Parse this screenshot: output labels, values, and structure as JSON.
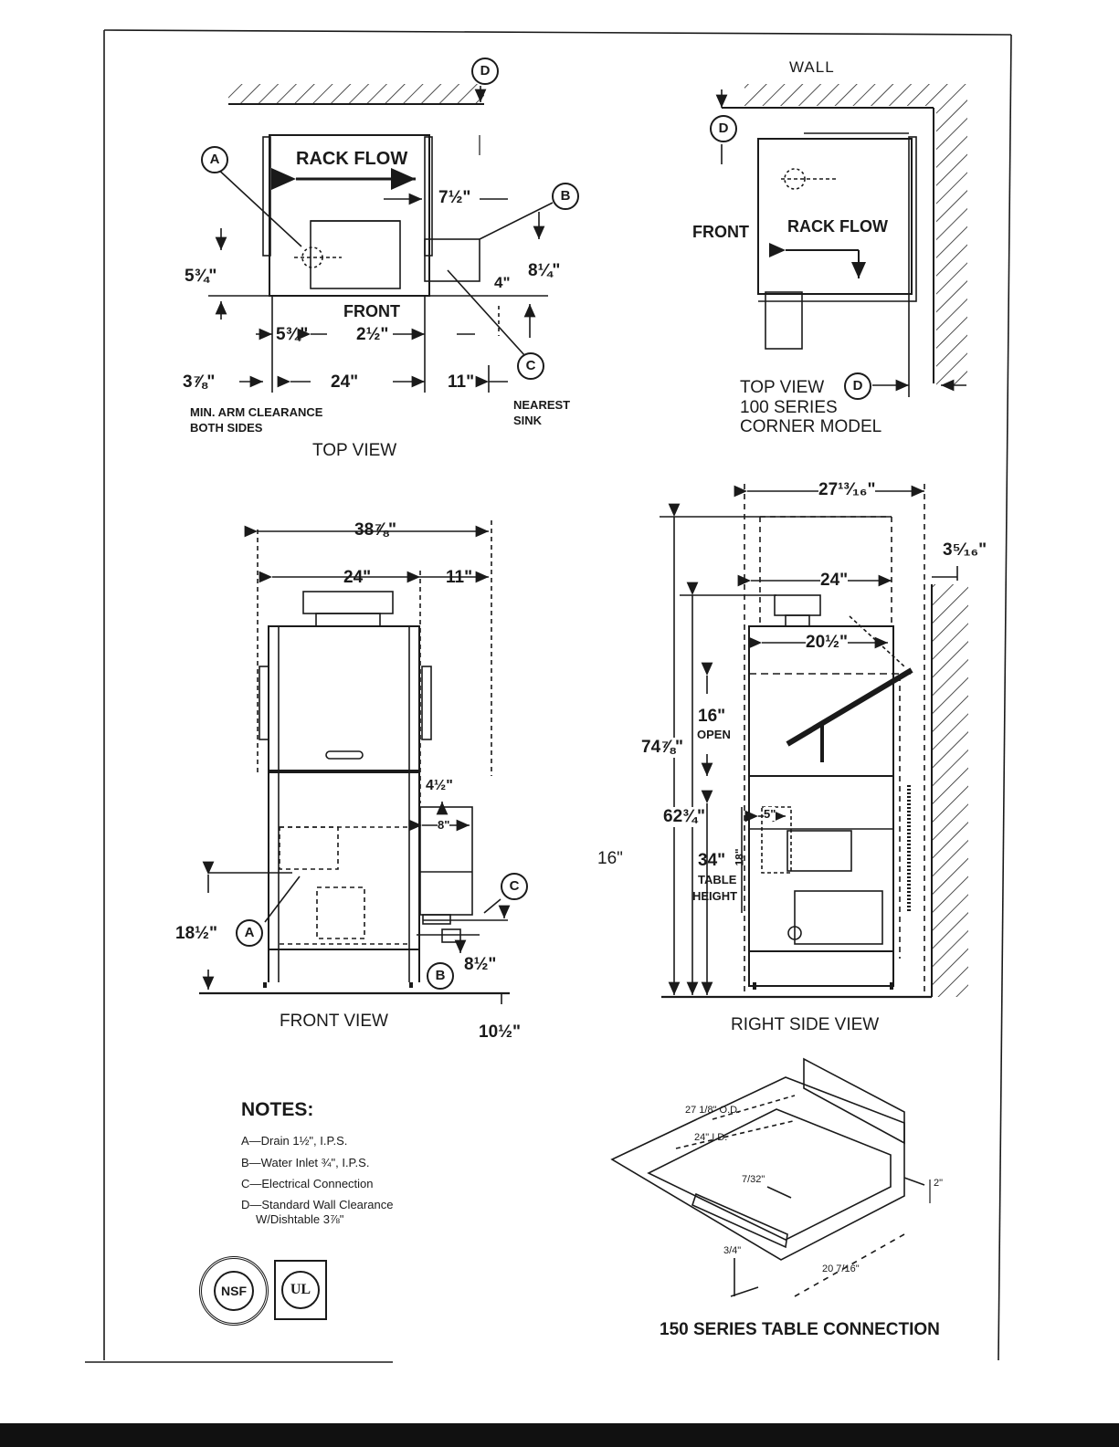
{
  "top_view": {
    "rack_flow": "RACK FLOW",
    "front": "FRONT",
    "dims": {
      "d1": "7½\"",
      "d2": "8¼\"",
      "d3": "5¾\"",
      "d4": "4\"",
      "d5": "5¾\"",
      "d6": "2½\"",
      "d7": "3⅞\"",
      "d8": "24\"",
      "d9": "11\""
    },
    "min_arm": "MIN. ARM CLEARANCE",
    "both_sides": "BOTH SIDES",
    "nearest": "NEAREST",
    "sink": "SINK",
    "title": "TOP VIEW"
  },
  "corner_view": {
    "wall": "WALL",
    "front": "FRONT",
    "rack_flow": "RACK FLOW",
    "title_line1": "TOP VIEW",
    "title_line2": "100 SERIES",
    "title_line3": "CORNER MODEL"
  },
  "front_view": {
    "dims": {
      "w_total": "38⅞\"",
      "w_24": "24\"",
      "w_11": "11\"",
      "d_4half": "4½\"",
      "d_8": "8\"",
      "h_18half": "18½\"",
      "h_8half": "8½\"",
      "h_10half": "10½\""
    },
    "stray_16": "16\"",
    "title": "FRONT VIEW"
  },
  "side_view": {
    "dims": {
      "w_27": "27¹³⁄₁₆\"",
      "w_3": "3⁵⁄₁₆\"",
      "w_24": "24\"",
      "w_20half": "20½\"",
      "h_16": "16\"",
      "open": "OPEN",
      "h_74": "74⅞\"",
      "h_62": "62¾\"",
      "d_5": "5\"",
      "h_34": "34\"",
      "table": "TABLE",
      "height": "HEIGHT",
      "h_18": "18\""
    },
    "title": "RIGHT SIDE VIEW"
  },
  "table_conn": {
    "od": "27 1/8\" O.D.",
    "id": "24\" I.D.",
    "f732": "7/32\"",
    "f2": "2\"",
    "f34": "3/4\"",
    "f20": "20 7/16\"",
    "title": "150 SERIES TABLE CONNECTION"
  },
  "notes": {
    "heading": "NOTES:",
    "items": [
      "A—Drain 1½\", I.P.S.",
      "B—Water Inlet ¾\", I.P.S.",
      "C—Electrical Connection",
      "D—Standard Wall Clearance",
      "W/Dishtable 3⅞\""
    ]
  },
  "logos": {
    "nsf": "NSF",
    "ul": "UL"
  },
  "callouts": {
    "a": "A",
    "b": "B",
    "c": "C",
    "d": "D"
  }
}
